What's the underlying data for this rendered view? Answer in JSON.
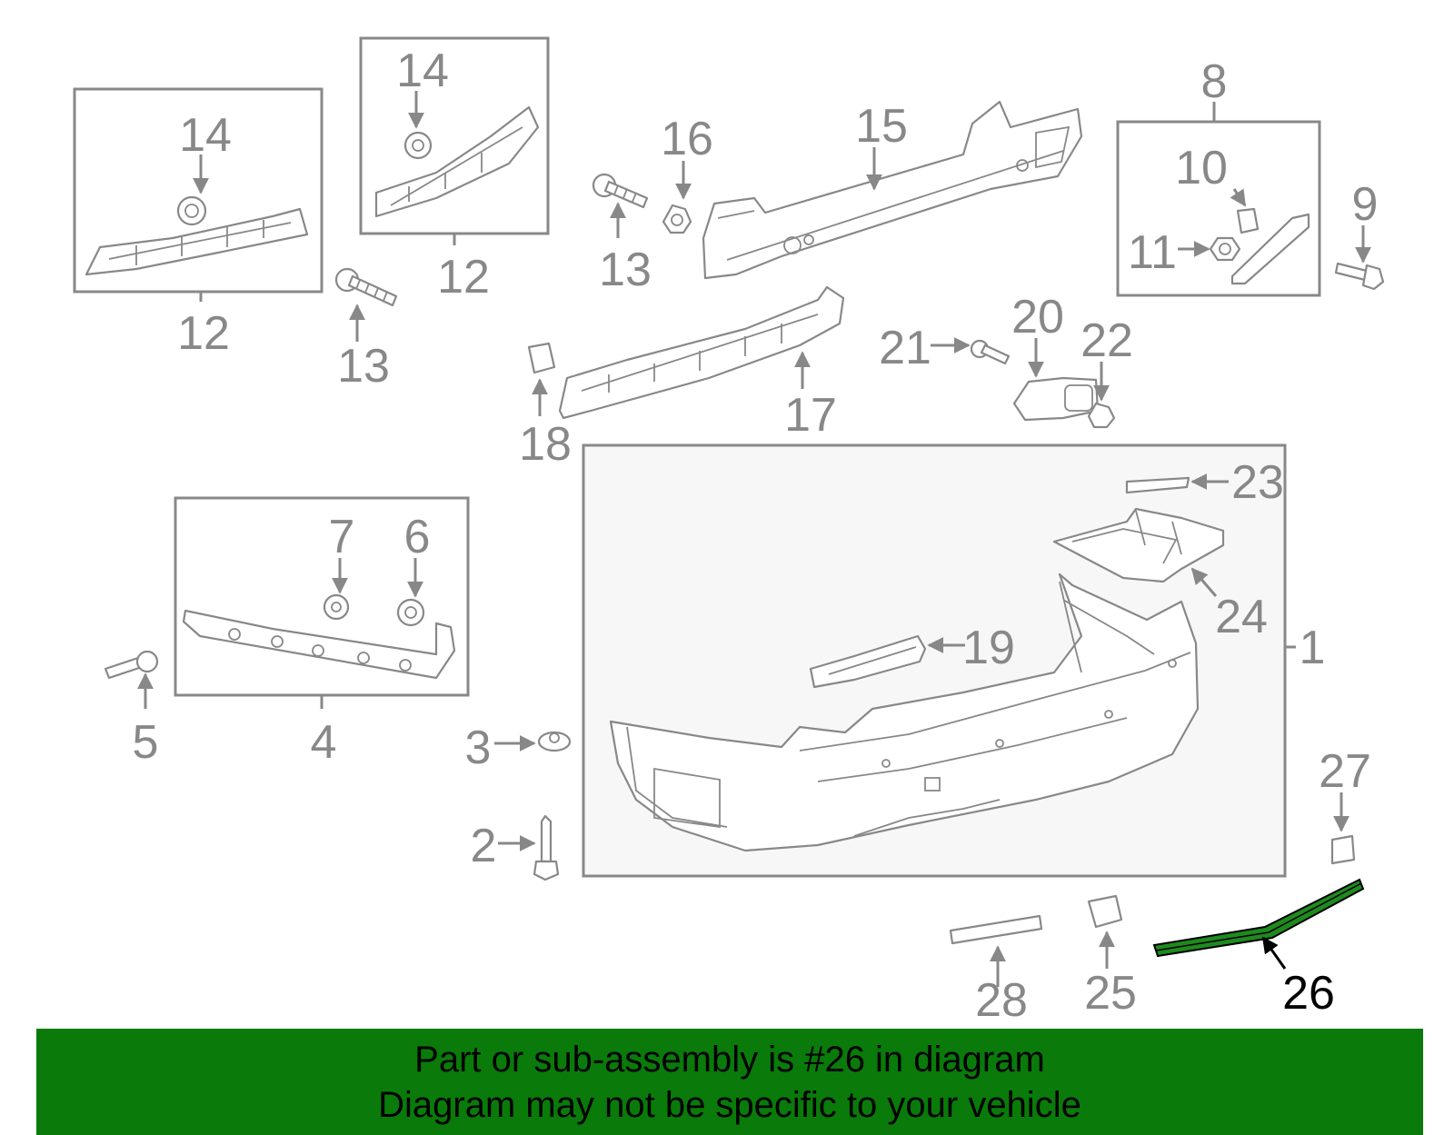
{
  "callouts": {
    "c1": "1",
    "c2": "2",
    "c3": "3",
    "c4": "4",
    "c5": "5",
    "c6": "6",
    "c7": "7",
    "c8": "8",
    "c9": "9",
    "c10": "10",
    "c11": "11",
    "c12a": "12",
    "c12b": "12",
    "c13a": "13",
    "c13b": "13",
    "c14a": "14",
    "c14b": "14",
    "c15": "15",
    "c16": "16",
    "c17": "17",
    "c18": "18",
    "c19": "19",
    "c20": "20",
    "c21": "21",
    "c22": "22",
    "c23": "23",
    "c24": "24",
    "c25": "25",
    "c26": "26",
    "c27": "27",
    "c28": "28"
  },
  "highlighted_part": "26",
  "colors": {
    "banner": "#0a7a0a",
    "highlight": "#1e8a1e",
    "line": "#888888"
  },
  "banner": {
    "line1": "Part or sub-assembly is #26 in diagram",
    "line2": "Diagram may not be specific to your vehicle"
  }
}
